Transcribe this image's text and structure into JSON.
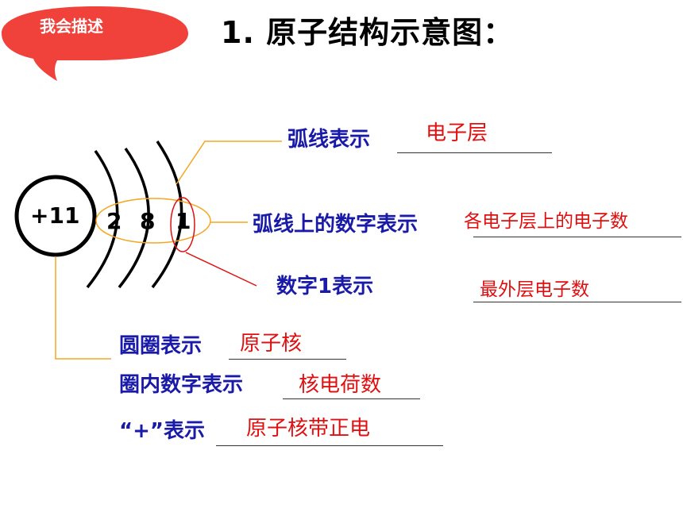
{
  "badge": {
    "label": "我会描述",
    "color": "#f0413b"
  },
  "title": "1. 原子结构示意图：",
  "diagram": {
    "nucleus_label": "+11",
    "shell_numbers": [
      "2",
      "8",
      "1"
    ]
  },
  "descriptions": {
    "arc_label": "弧线表示",
    "arc_answer": "电子层",
    "arc_number_label": "弧线上的数字表示",
    "arc_number_answer": "各电子层上的电子数",
    "digit1_label": "数字1表示",
    "digit1_answer": "最外层电子数",
    "circle_label": "圆圈表示",
    "circle_answer": "原子核",
    "circle_number_label": "圈内数字表示",
    "circle_number_answer": "核电荷数",
    "plus_label": "“+”表示",
    "plus_answer": "原子核带正电"
  },
  "colors": {
    "label_blue": "#1a1aa8",
    "answer_red": "#e01010",
    "leader_orange": "#f5a623",
    "highlight_red": "#e01010"
  }
}
